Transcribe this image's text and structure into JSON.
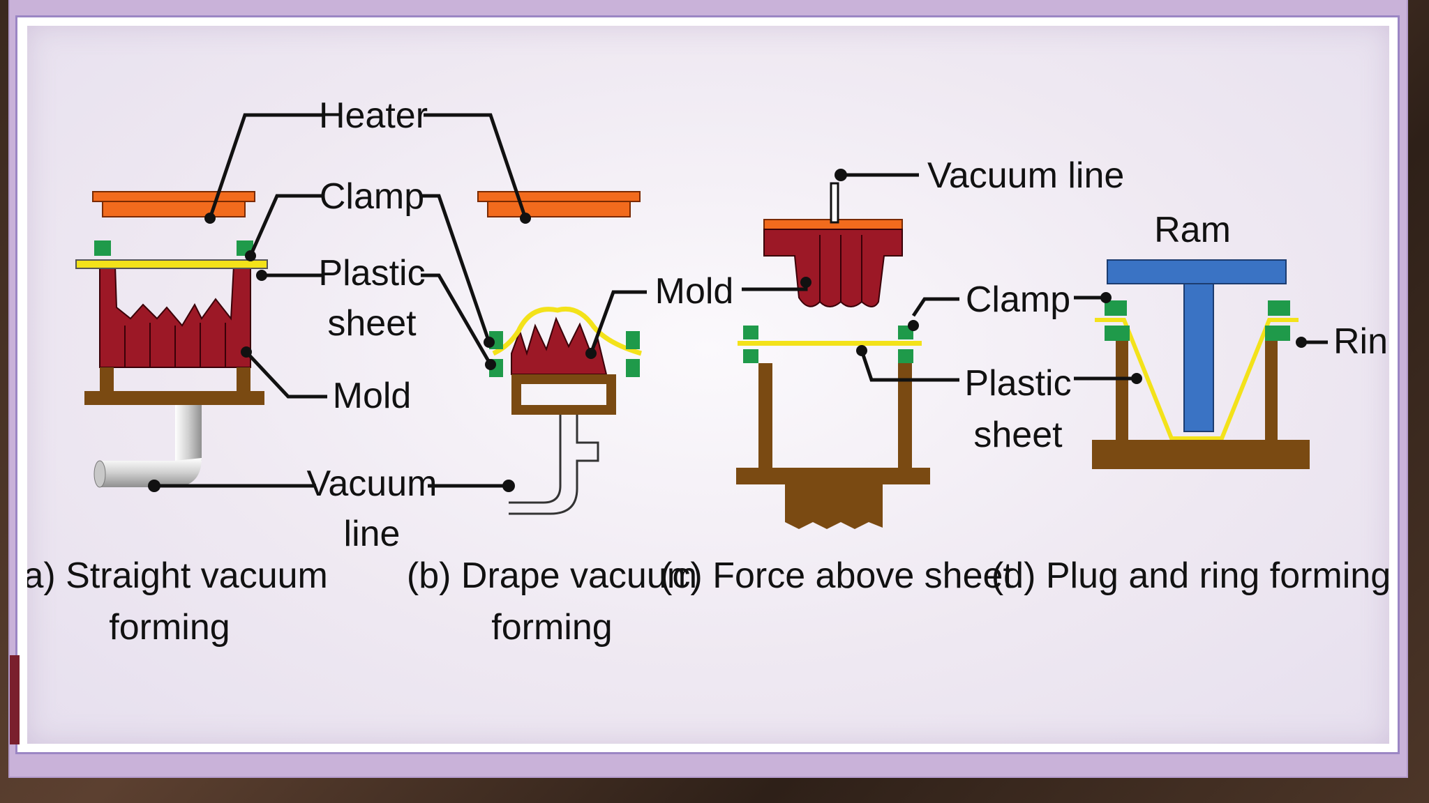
{
  "labels": {
    "heater": "Heater",
    "clamp_left": "Clamp",
    "plastic_sheet_left_1": "Plastic",
    "plastic_sheet_left_2": "sheet",
    "mold_left": "Mold",
    "vacuum_line_left_1": "Vacuum",
    "vacuum_line_left_2": "line",
    "vacuum_line_top": "Vacuum line",
    "mold_middle": "Mold",
    "ram": "Ram",
    "clamp_right": "Clamp",
    "ring": "Ring",
    "plastic_sheet_right_1": "Plastic",
    "plastic_sheet_right_2": "sheet"
  },
  "captions": {
    "a_1": "(a) Straight vacuum",
    "a_2": "forming",
    "b_1": "(b) Drape vacuum",
    "b_2": "forming",
    "c": "(c) Force above sheet",
    "d": "(d) Plug and ring forming"
  },
  "colors": {
    "heater": "#f26b1d",
    "mold": "#9c1826",
    "clamp": "#1f9a4a",
    "sheet": "#f3e21a",
    "base": "#7a4a12",
    "ram": "#3a73c4",
    "pipe": "#d8d8d8"
  }
}
